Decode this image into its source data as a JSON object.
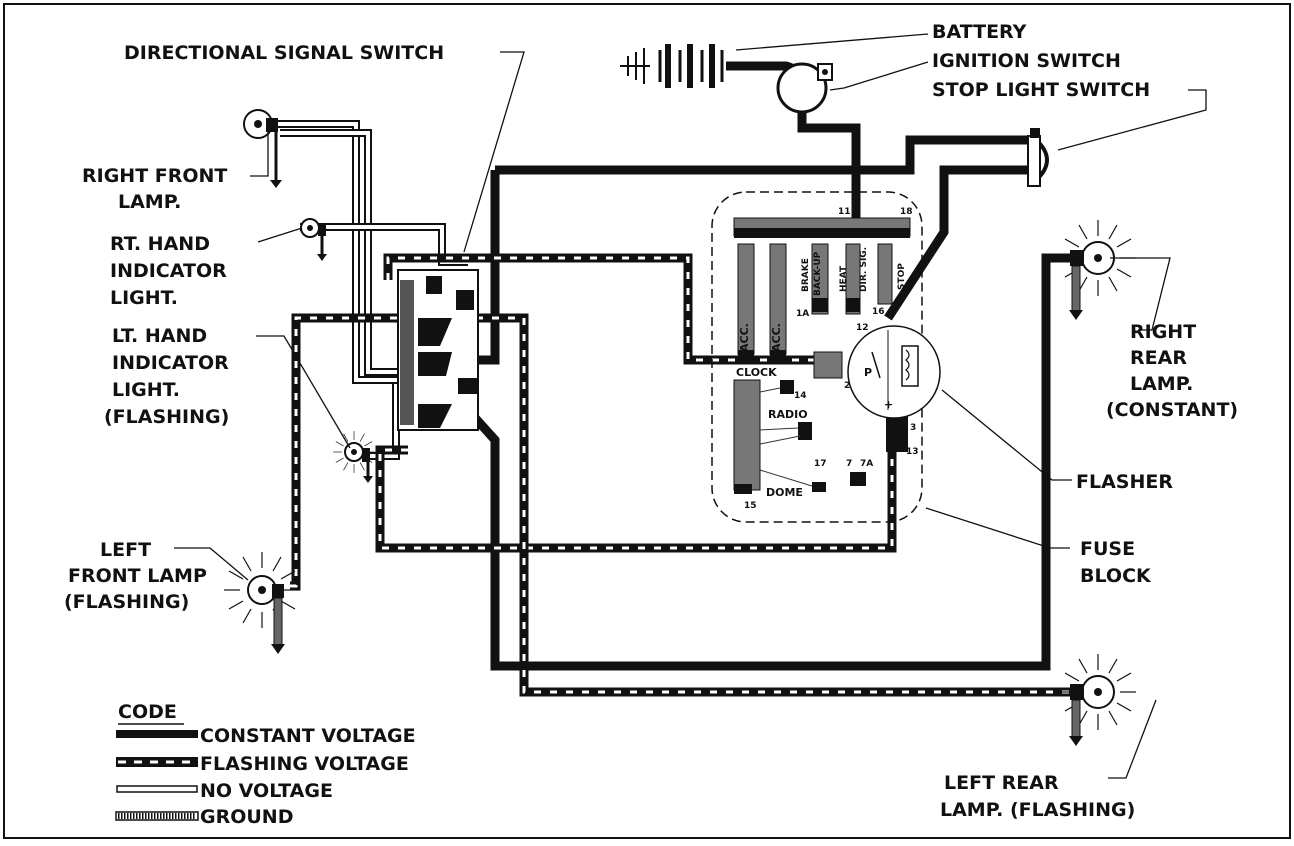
{
  "labels": {
    "directional_switch": "DIRECTIONAL SIGNAL SWITCH",
    "battery": "BATTERY",
    "ignition_switch": "IGNITION SWITCH",
    "stop_light_switch": "STOP LIGHT SWITCH",
    "right_front_1": "RIGHT FRONT",
    "right_front_2": "LAMP.",
    "rt_ind_1": "RT. HAND",
    "rt_ind_2": "INDICATOR",
    "rt_ind_3": "LIGHT.",
    "lt_ind_1": "LT. HAND",
    "lt_ind_2": "INDICATOR",
    "lt_ind_3": "LIGHT.",
    "lt_ind_4": "(FLASHING)",
    "right_rear_1": "RIGHT",
    "right_rear_2": "REAR",
    "right_rear_3": "LAMP.",
    "right_rear_4": "(CONSTANT)",
    "flasher": "FLASHER",
    "fuse_block_1": "FUSE",
    "fuse_block_2": "BLOCK",
    "left_front_1": "LEFT",
    "left_front_2": "FRONT LAMP",
    "left_front_3": "(FLASHING)",
    "left_rear_1": "LEFT REAR",
    "left_rear_2": "LAMP. (FLASHING)"
  },
  "fuse_labels": {
    "acc1": "ACC.",
    "acc2": "ACC.",
    "brake": "BRAKE",
    "backup": "BACK-UP",
    "heat": "HEAT",
    "dirsig": "DIR. SIG.",
    "stop": "STOP",
    "clock": "CLOCK",
    "radio": "RADIO",
    "dome": "DOME",
    "n11": "11",
    "n18": "18",
    "n1a": "1A",
    "n12": "12",
    "n16": "16",
    "n2": "2",
    "n14": "14",
    "n17": "17",
    "n7": "7",
    "n7a": "7A",
    "n15": "15",
    "n3": "3",
    "n13": "13",
    "p": "P",
    "plus": "+"
  },
  "code": {
    "title": "CODE",
    "constant": "CONSTANT  VOLTAGE",
    "flashing": "FLASHING  VOLTAGE",
    "none": "NO  VOLTAGE",
    "ground": "GROUND"
  },
  "colors": {
    "ink": "#111111",
    "paper": "#ffffff"
  }
}
